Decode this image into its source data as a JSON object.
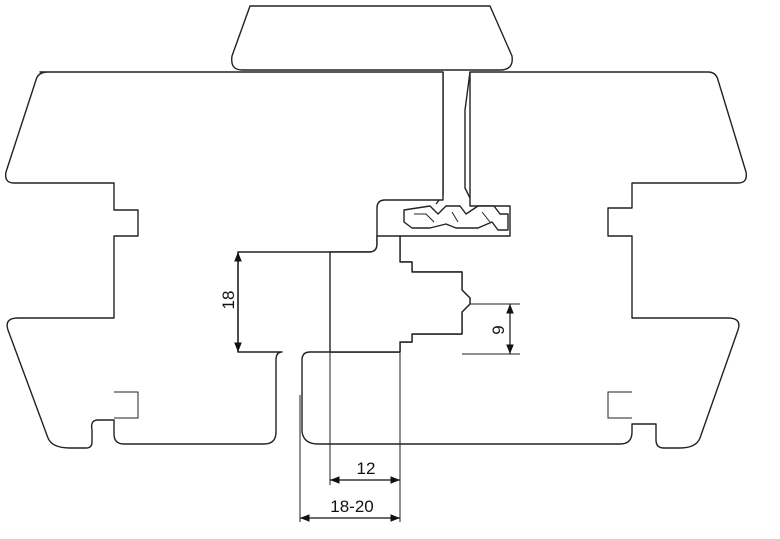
{
  "dimensions": {
    "height_left": "18",
    "height_right": "9",
    "width_inner": "12",
    "width_outer": "18-20"
  },
  "colors": {
    "stroke": "#222222",
    "background": "#ffffff"
  }
}
